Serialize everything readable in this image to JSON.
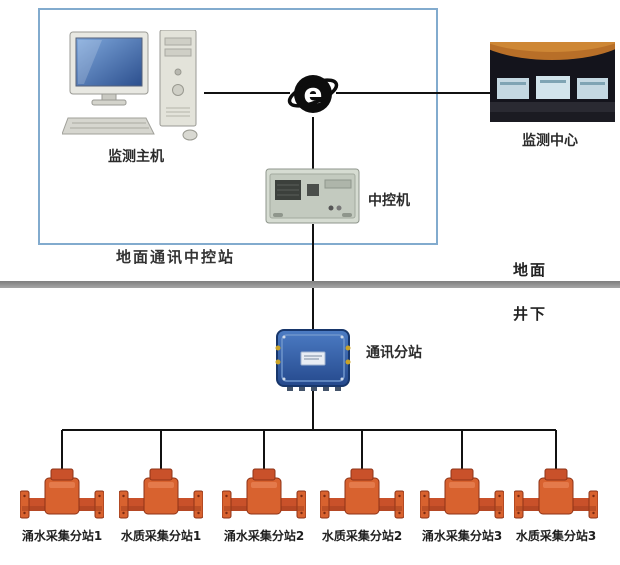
{
  "labels": {
    "ground_station": "地面通讯中控站",
    "monitor_host": "监测主机",
    "monitor_center": "监测中心",
    "central_controller": "中控机",
    "surface": "地面",
    "underground": "井下",
    "comm_substation": "通讯分站"
  },
  "devices": [
    {
      "label": "涌水采集分站1"
    },
    {
      "label": "水质采集分站1"
    },
    {
      "label": "涌水采集分站2"
    },
    {
      "label": "水质采集分站2"
    },
    {
      "label": "涌水采集分站3"
    },
    {
      "label": "水质采集分站3"
    }
  ],
  "icons": {
    "internet": "internet-e-icon"
  },
  "colors": {
    "ground_box_border": "#82abce",
    "divider_gray": "#8e8e8e",
    "substation_blue": "#2f5fa8",
    "device_orange": "#cc5227",
    "line_black": "#111111"
  }
}
